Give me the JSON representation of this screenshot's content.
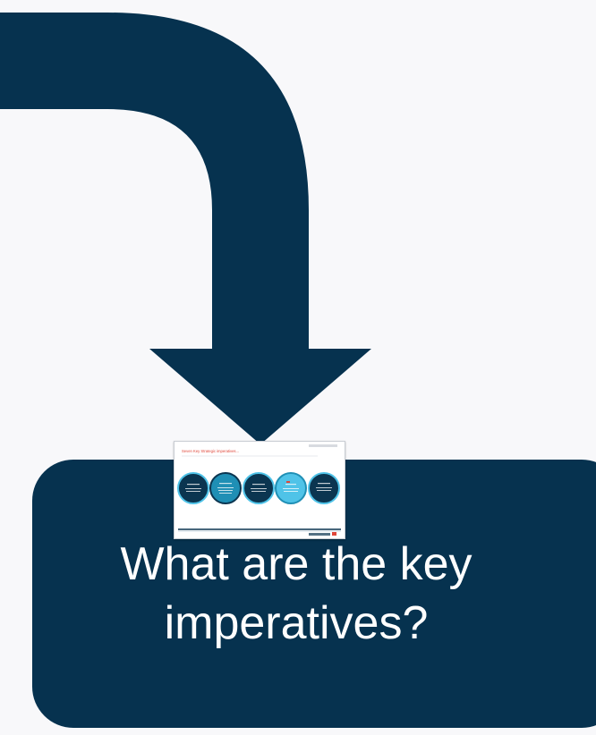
{
  "slide": {
    "box_line1": "What are the key",
    "box_line2": "imperatives?"
  },
  "thumbnail": {
    "title": "Seven Key Strategic imperatives...",
    "circle_count": 5
  },
  "colors": {
    "background": "#f8f8fa",
    "navy": "#06324f",
    "white": "#ffffff",
    "thumb_title": "#e0473a",
    "thumb_circle_dark": "#0b3550",
    "thumb_circle_mid": "#1f8fb5",
    "thumb_circle_light": "#4fc3e8"
  },
  "icons": {
    "arrow": "curved-down-arrow-icon"
  }
}
